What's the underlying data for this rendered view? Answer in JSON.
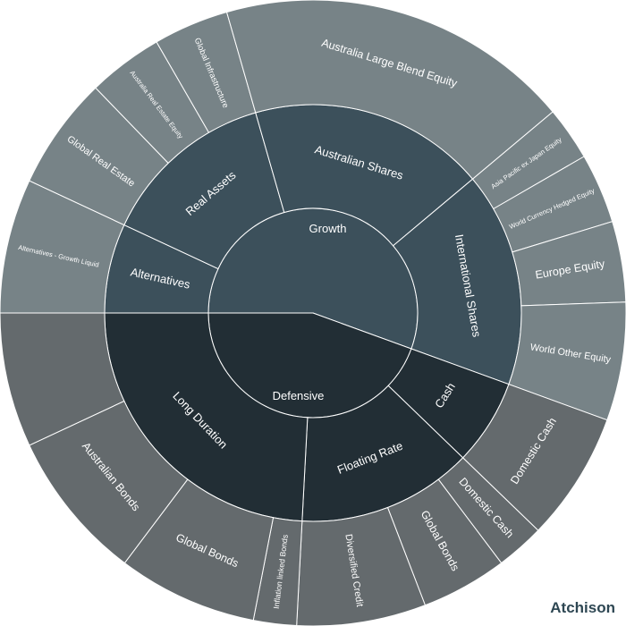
{
  "brand": {
    "logo_text": "Atchison"
  },
  "colors": {
    "growth": "#3c505b",
    "defensive": "#222e35",
    "growth_outer": "#778387",
    "defensive_outer": "#646a6d",
    "stroke": "#ffffff"
  },
  "chart_data": {
    "type": "sunburst",
    "title": "",
    "root": [
      {
        "name": "Growth",
        "start_deg": -180,
        "end_deg": 20,
        "color": "#3c505b",
        "outer_color": "#778387",
        "children": [
          {
            "name": "Alternatives",
            "start_deg": -180,
            "end_deg": -155,
            "children": [
              {
                "name": "Alternatives - Growth Liquid",
                "start_deg": -180,
                "end_deg": -155
              }
            ]
          },
          {
            "name": "Real Assets",
            "start_deg": -155,
            "end_deg": -106,
            "children": [
              {
                "name": "Global Real Estate",
                "start_deg": -155,
                "end_deg": -134
              },
              {
                "name": "Australia Real Estate Equity",
                "start_deg": -134,
                "end_deg": -120
              },
              {
                "name": "Global Infrastructure",
                "start_deg": -120,
                "end_deg": -106
              }
            ]
          },
          {
            "name": "Australian Shares",
            "start_deg": -106,
            "end_deg": -40,
            "children": [
              {
                "name": "Australia Large Blend Equity",
                "start_deg": -106,
                "end_deg": -40
              }
            ]
          },
          {
            "name": "International Shares",
            "start_deg": -40,
            "end_deg": 20,
            "children": [
              {
                "name": "Asia Pacific ex Japan Equity",
                "start_deg": -40,
                "end_deg": -30
              },
              {
                "name": "World Currency Hedged Equity",
                "start_deg": -30,
                "end_deg": -17
              },
              {
                "name": "Europe Equity",
                "start_deg": -17,
                "end_deg": -2
              },
              {
                "name": "World Other Equity",
                "start_deg": -2,
                "end_deg": 20
              }
            ]
          }
        ]
      },
      {
        "name": "Defensive",
        "start_deg": 20,
        "end_deg": 180,
        "color": "#222e35",
        "outer_color": "#646a6d",
        "children": [
          {
            "name": "Cash",
            "start_deg": 20,
            "end_deg": 44,
            "children": [
              {
                "name": "Domestic Cash",
                "start_deg": 20,
                "end_deg": 44
              }
            ]
          },
          {
            "name": "Floating Rate",
            "start_deg": 44,
            "end_deg": 93,
            "children": [
              {
                "name": "Domestic Cash",
                "start_deg": 44,
                "end_deg": 53
              },
              {
                "name": "Global Bonds",
                "start_deg": 53,
                "end_deg": 69
              },
              {
                "name": "Diversified Credit",
                "start_deg": 69,
                "end_deg": 93
              }
            ]
          },
          {
            "name": "Long Duration",
            "start_deg": 93,
            "end_deg": 180,
            "children": [
              {
                "name": "Inflation linked Bonds",
                "start_deg": 93,
                "end_deg": 101
              },
              {
                "name": "Global Bonds",
                "start_deg": 101,
                "end_deg": 127
              },
              {
                "name": "Australian Bonds",
                "start_deg": 127,
                "end_deg": 155
              },
              {
                "name": "Australian Bonds",
                "start_deg": 155,
                "end_deg": 180,
                "hidden_label": true
              }
            ]
          }
        ]
      }
    ]
  }
}
